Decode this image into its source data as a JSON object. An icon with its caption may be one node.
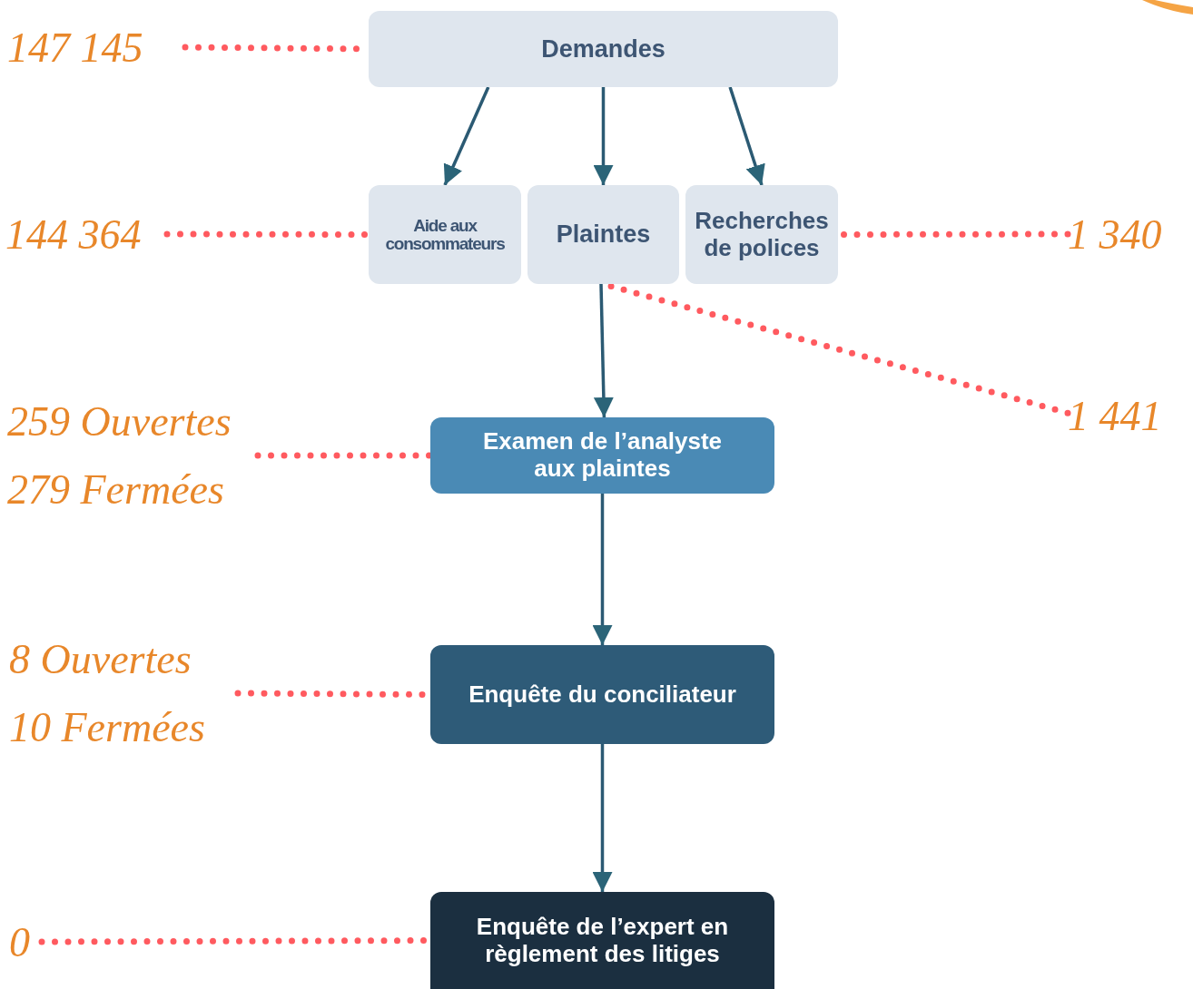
{
  "diagram": {
    "nodes": [
      {
        "text": [
          "Demandes"
        ]
      },
      {
        "text": [
          "Aide aux consommateurs"
        ]
      },
      {
        "text": [
          "Plaintes"
        ]
      },
      {
        "text": [
          "Recherches de polices"
        ]
      },
      {
        "text": [
          "Examen de l’analyste aux plaintes"
        ]
      },
      {
        "text": [
          "Enquête du conciliateur"
        ]
      },
      {
        "text": [
          "Enquête de l’expert en règlement des litiges"
        ]
      },
      {
        "text": [
          "147 145"
        ]
      },
      {
        "text": [
          "144 364"
        ]
      },
      {
        "text": [
          "1 340"
        ]
      },
      {
        "text": [
          "1 441"
        ]
      },
      {
        "text": [
          "259 Ouvertes",
          "279 Fermées"
        ]
      },
      {
        "text": [
          "8 Ouvertes",
          "10 Fermées"
        ]
      },
      {
        "text": [
          "0"
        ]
      }
    ],
    "edges": [
      {
        "from": 0,
        "to": 1,
        "arrow": "to",
        "color": "#2b5a73"
      },
      {
        "from": 0,
        "to": 2,
        "arrow": "to",
        "color": "#2b5a73"
      },
      {
        "from": 0,
        "to": 3,
        "arrow": "to",
        "color": "#2b5a73"
      },
      {
        "from": 2,
        "to": 4,
        "arrow": "to",
        "color": "#2b5a73"
      },
      {
        "from": 4,
        "to": 5,
        "arrow": "to",
        "color": "#2b5a73"
      },
      {
        "from": 5,
        "to": 6,
        "arrow": "to",
        "color": "#2b5a73"
      },
      {
        "from": 7,
        "to": 0,
        "arrow": "none",
        "style": "dashed"
      },
      {
        "from": 8,
        "to": 1,
        "arrow": "none",
        "style": "dashed"
      },
      {
        "from": 9,
        "to": 3,
        "arrow": "none",
        "style": "dashed"
      },
      {
        "from": 10,
        "to": 2,
        "arrow": "none",
        "style": "dashed"
      },
      {
        "from": 11,
        "to": 4,
        "arrow": "none",
        "style": "dashed"
      },
      {
        "from": 12,
        "to": 5,
        "arrow": "none",
        "style": "dashed"
      },
      {
        "from": 13,
        "to": 6,
        "arrow": "none",
        "style": "dashed"
      }
    ]
  }
}
